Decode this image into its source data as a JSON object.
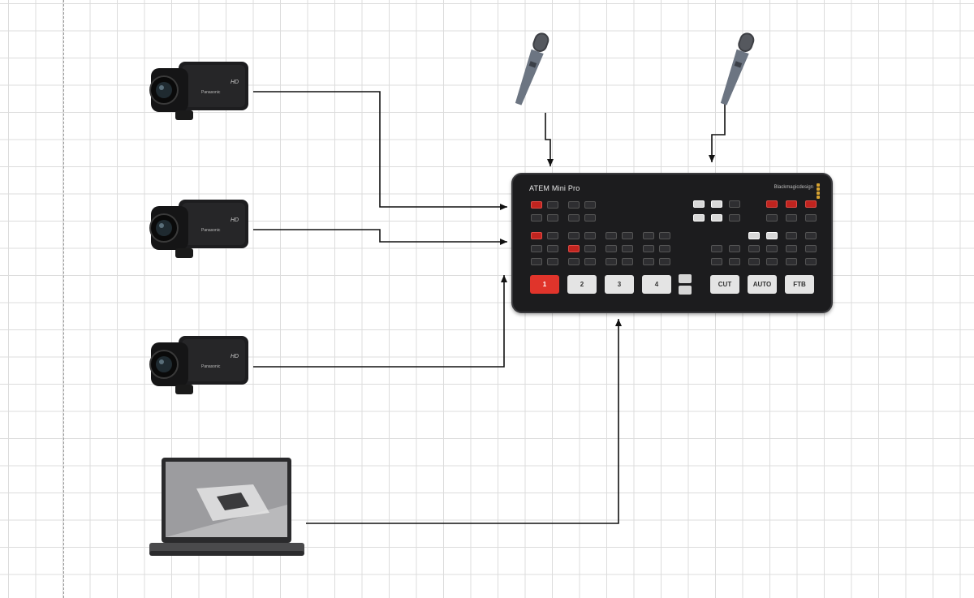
{
  "switcher": {
    "model_label": "ATEM Mini Pro",
    "input_buttons": [
      "1",
      "2",
      "3",
      "4"
    ],
    "transition_buttons": [
      "CUT",
      "AUTO",
      "FTB"
    ],
    "brand_color": "#1c1c1e",
    "active_color": "#e0342b"
  },
  "sources": {
    "cameras": [
      {
        "icon": "camcorder-icon"
      },
      {
        "icon": "camcorder-icon"
      },
      {
        "icon": "camcorder-icon"
      }
    ],
    "microphones": [
      {
        "icon": "microphone-icon"
      },
      {
        "icon": "microphone-icon"
      }
    ],
    "computer": {
      "icon": "laptop-icon"
    }
  },
  "connections": [
    {
      "from": "camera-1",
      "to": "switcher"
    },
    {
      "from": "camera-2",
      "to": "switcher"
    },
    {
      "from": "camera-3",
      "to": "switcher"
    },
    {
      "from": "laptop",
      "to": "switcher"
    },
    {
      "from": "microphone-1",
      "to": "switcher"
    },
    {
      "from": "microphone-2",
      "to": "switcher"
    }
  ],
  "colors": {
    "wire": "#111111",
    "grid": "#dcdcdc",
    "background": "#ffffff"
  }
}
